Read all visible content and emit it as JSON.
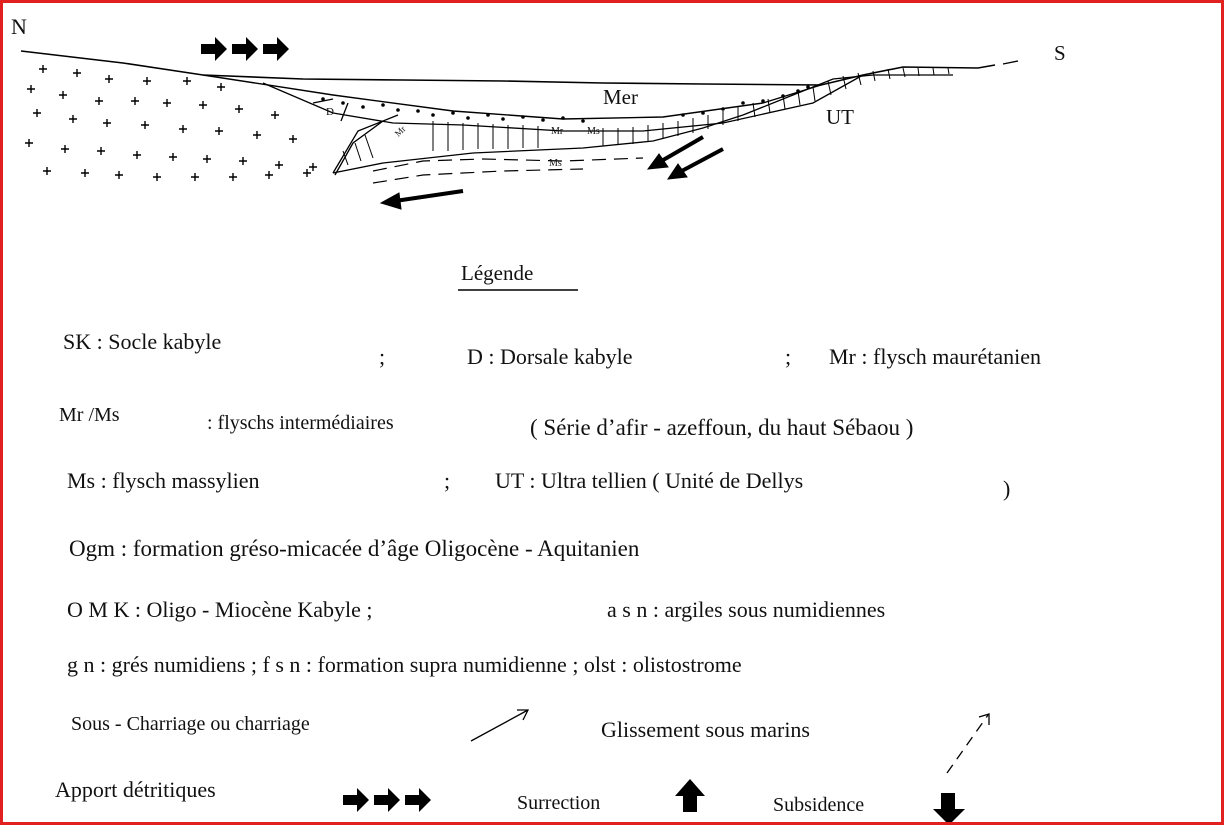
{
  "diagram": {
    "labels": {
      "north": "N",
      "south": "S",
      "sea": "Mer",
      "ultra_tellien": "UT",
      "dorsale": "D",
      "mr_small": "Mr",
      "mr_ms_small": "Mr",
      "ms_small_a": "Ms",
      "ms_small_b": "Ms"
    }
  },
  "legend": {
    "title": "Légende",
    "rows": [
      {
        "a": "SK  :  Socle kabyle",
        "b": ";",
        "c": "D  :  Dorsale kabyle",
        "d": ";",
        "e": "Mr  :  flysch maurétanien"
      },
      {
        "a": "Mr /Ms",
        "b": ": flyschs intermédiaires",
        "c": "(  Série d’afir - azeffoun, du haut Sébaou )"
      },
      {
        "a": "Ms  :     flysch massylien",
        "b": ";",
        "c": "UT :  Ultra tellien  (  Unité  de Dellys",
        "d": ")"
      },
      {
        "a": "Ogm   :  formation gréso-micacée d’âge Oligocène - Aquitanien"
      },
      {
        "a": "O M K :  Oligo - Miocène Kabyle  ;",
        "b": "a s n  :  argiles sous numidiennes"
      },
      {
        "a": "g n  :  grés numidiens  ;   f s n  :  formation supra numidienne  ;   olst :  olistostrome"
      }
    ],
    "symbols": {
      "charriage": "Sous - Charriage ou charriage",
      "glissement": "Glissement sous marins",
      "apport": "Apport  détritiques",
      "surrection": "Surrection",
      "subsidence": "Subsidence"
    }
  }
}
